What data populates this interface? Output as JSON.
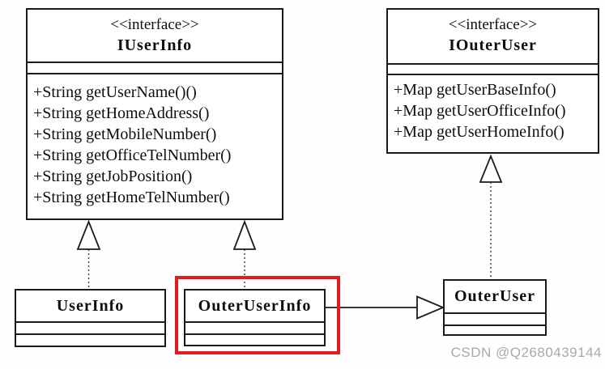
{
  "diagram": {
    "type": "uml-class-diagram",
    "highlight_color": "#e11c1c",
    "line_color": "#1b1b1b",
    "interfaces": {
      "iuserinfo": {
        "stereotype": "<<interface>>",
        "name": "IUserInfo",
        "methods": [
          "+String getUserName()()",
          "+String getHomeAddress()",
          "+String getMobileNumber()",
          "+String getOfficeTelNumber()",
          "+String getJobPosition()",
          "+String getHomeTelNumber()"
        ]
      },
      "iouteruser": {
        "stereotype": "<<interface>>",
        "name": "IOuterUser",
        "methods": [
          "+Map getUserBaseInfo()",
          "+Map getUserOfficeInfo()",
          "+Map getUserHomeInfo()"
        ]
      }
    },
    "classes": {
      "userinfo": {
        "name": "UserInfo",
        "highlighted": false
      },
      "outeruserinfo": {
        "name": "OuterUserInfo",
        "highlighted": true
      },
      "outeruser": {
        "name": "OuterUser",
        "highlighted": false
      }
    },
    "relations": [
      {
        "from": "UserInfo",
        "to": "IUserInfo",
        "type": "realization",
        "style": "dashed-hollow-triangle"
      },
      {
        "from": "OuterUserInfo",
        "to": "IUserInfo",
        "type": "realization",
        "style": "dashed-hollow-triangle"
      },
      {
        "from": "OuterUser",
        "to": "IOuterUser",
        "type": "realization",
        "style": "dashed-hollow-triangle"
      },
      {
        "from": "OuterUserInfo",
        "to": "OuterUser",
        "type": "generalization",
        "style": "solid-hollow-triangle"
      }
    ]
  },
  "watermark": "CSDN @Q2680439144"
}
